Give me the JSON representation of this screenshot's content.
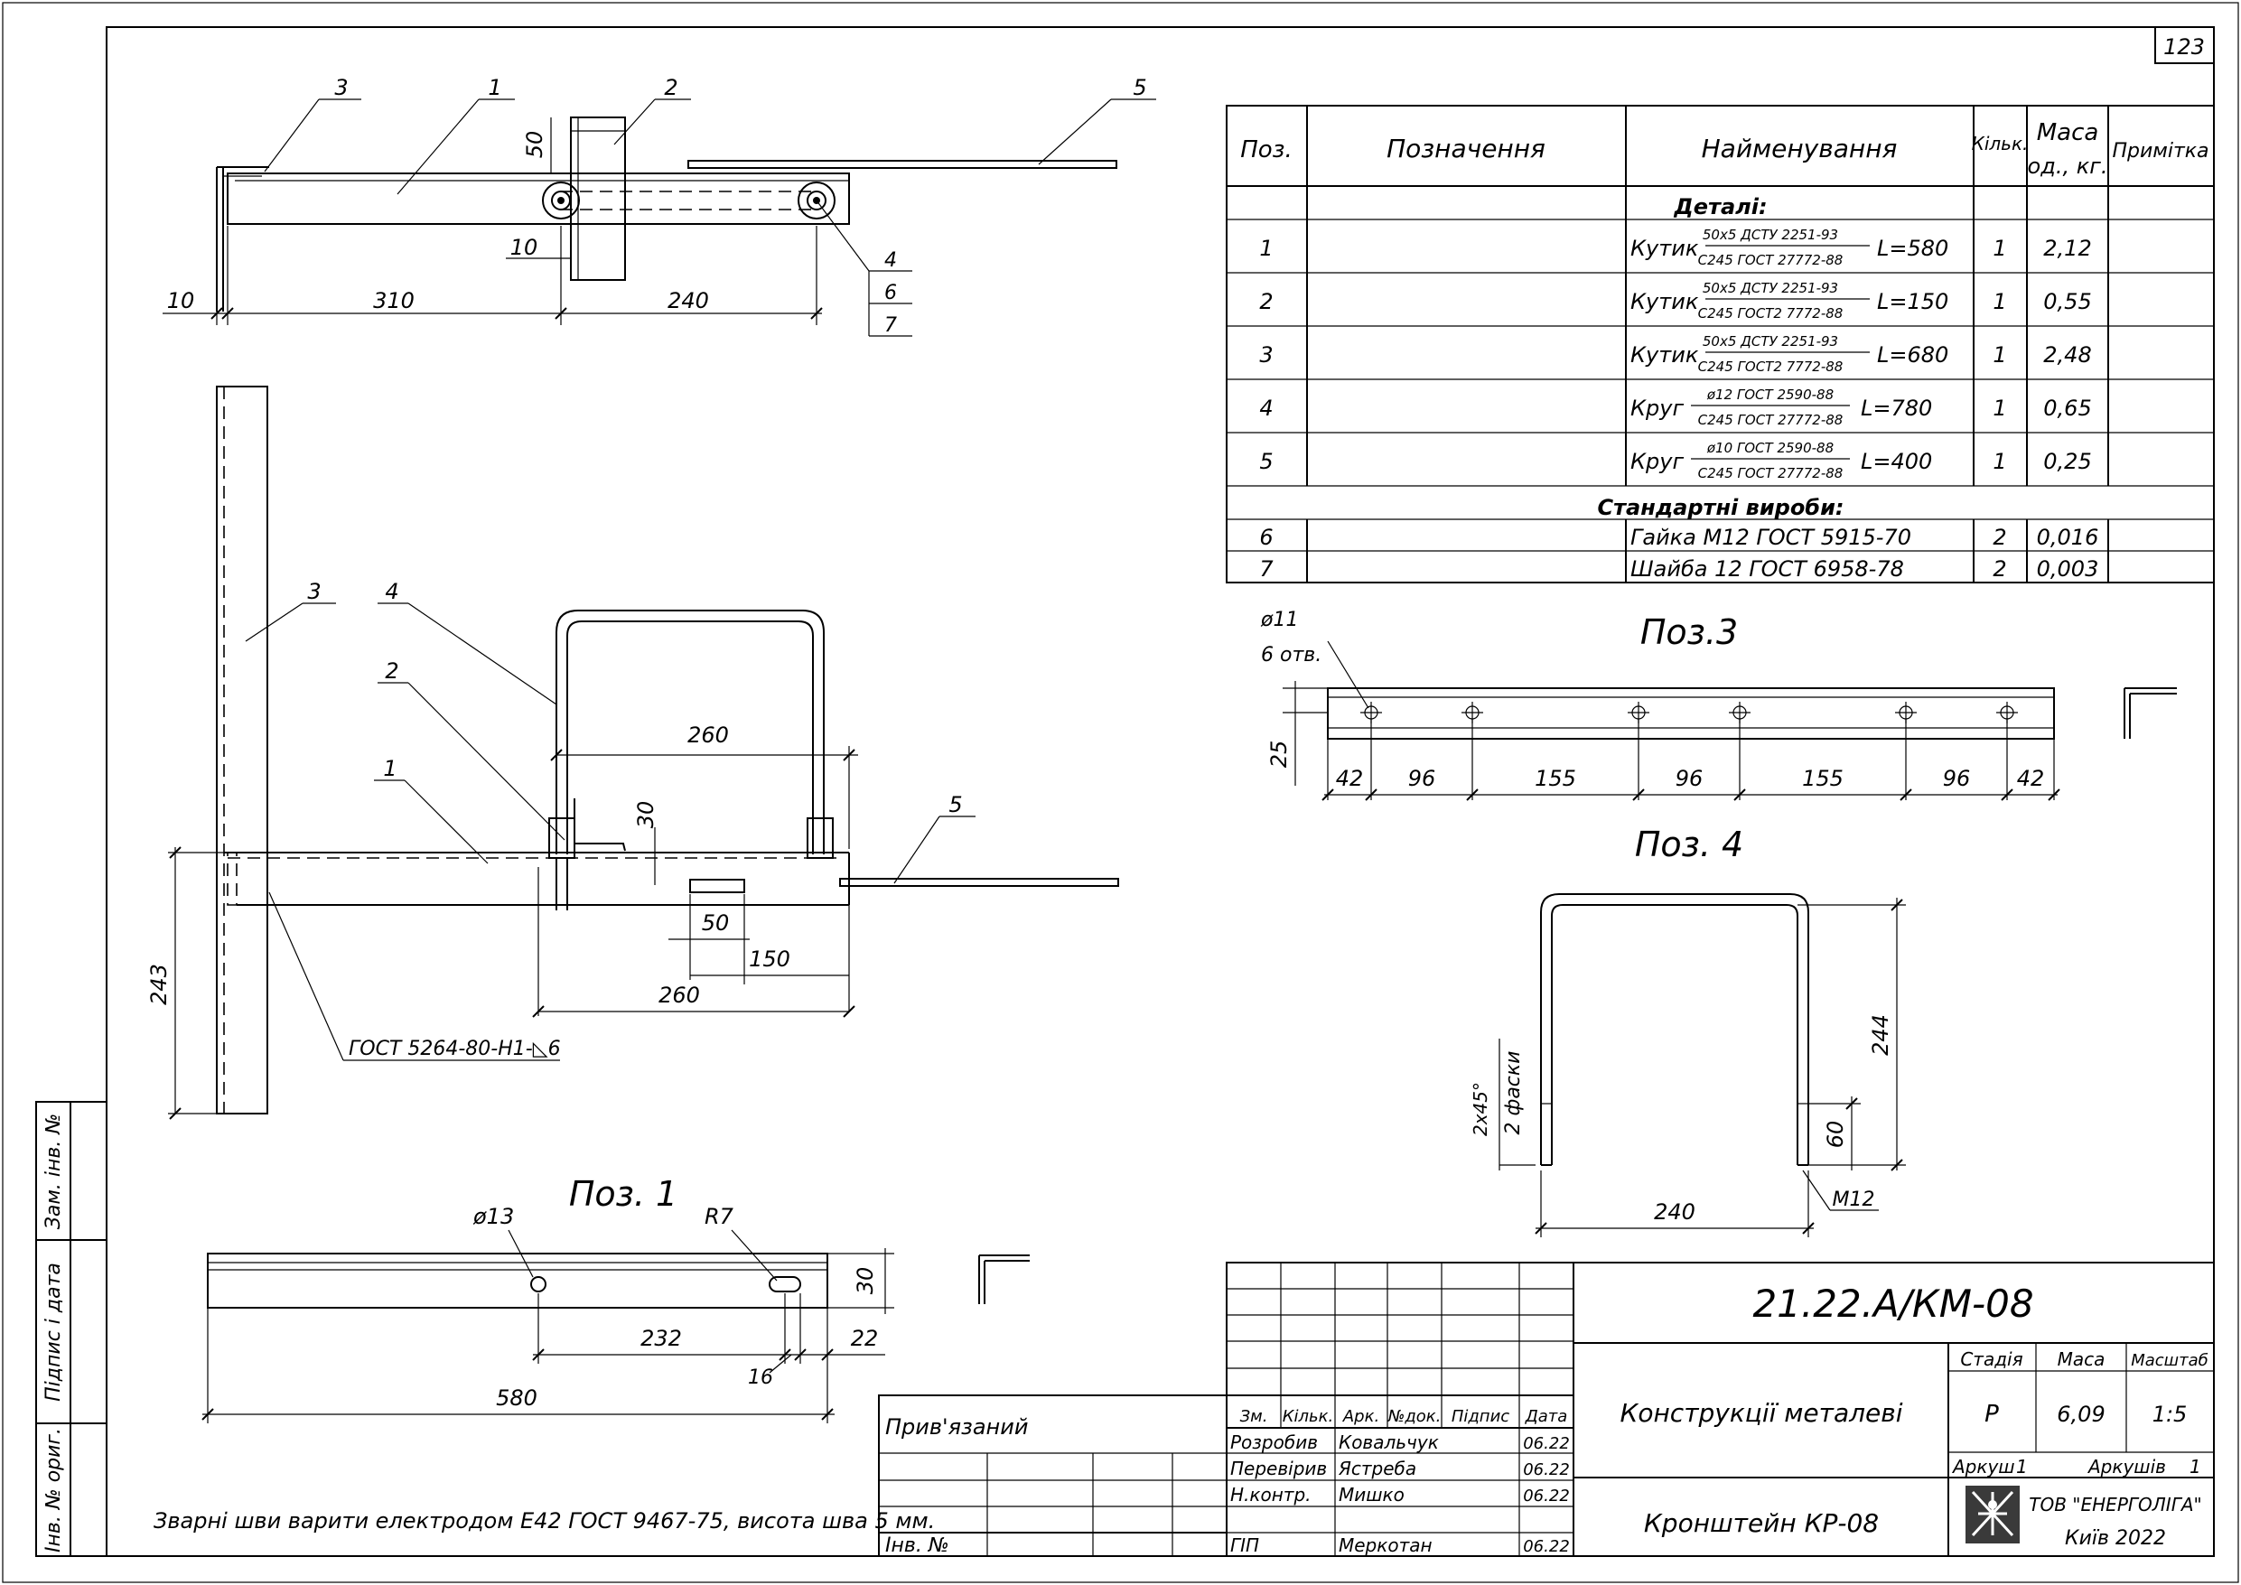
{
  "sheet_number": "123",
  "spec_table": {
    "headers": {
      "pos": "Поз.",
      "designation": "Позначення",
      "name": "Найменування",
      "qty": "Кільк.",
      "mass_line1": "Маса",
      "mass_line2": "од., кг.",
      "note": "Примітка"
    },
    "section_parts": "Деталі:",
    "section_standard": "Стандартні вироби:",
    "rows": [
      {
        "pos": "1",
        "name": "Кутик",
        "frac_top": "50x5 ДСТУ 2251-93",
        "frac_bottom": "С245 ГОСТ 27772-88",
        "length": "L=580",
        "qty": "1",
        "mass": "2,12"
      },
      {
        "pos": "2",
        "name": "Кутик",
        "frac_top": "50x5 ДСТУ 2251-93",
        "frac_bottom": "С245 ГОСТ2 7772-88",
        "length": "L=150",
        "qty": "1",
        "mass": "0,55"
      },
      {
        "pos": "3",
        "name": "Кутик",
        "frac_top": "50x5 ДСТУ 2251-93",
        "frac_bottom": "С245 ГОСТ2 7772-88",
        "length": "L=680",
        "qty": "1",
        "mass": "2,48"
      },
      {
        "pos": "4",
        "name": "Круг",
        "frac_top": "ø12 ГОСТ 2590-88",
        "frac_bottom": "С245 ГОСТ 27772-88",
        "length": "L=780",
        "qty": "1",
        "mass": "0,65"
      },
      {
        "pos": "5",
        "name": "Круг",
        "frac_top": "ø10 ГОСТ 2590-88",
        "frac_bottom": "С245 ГОСТ 27772-88",
        "length": "L=400",
        "qty": "1",
        "mass": "0,25"
      }
    ],
    "standard_rows": [
      {
        "pos": "6",
        "name": "Гайка М12 ГОСТ 5915-70",
        "qty": "2",
        "mass": "0,016"
      },
      {
        "pos": "7",
        "name": "Шайба 12 ГОСТ 6958-78",
        "qty": "2",
        "mass": "0,003"
      }
    ]
  },
  "top_view": {
    "callouts": [
      "3",
      "1",
      "2",
      "5",
      "4",
      "6",
      "7"
    ],
    "dims": {
      "d50": "50",
      "d10a": "10",
      "d10b": "10",
      "d310": "310",
      "d240": "240"
    }
  },
  "side_view": {
    "callouts": [
      "3",
      "4",
      "2",
      "1",
      "5"
    ],
    "dims": {
      "d260a": "260",
      "d30": "30",
      "d50": "50",
      "d150": "150",
      "d260b": "260",
      "d243": "243"
    },
    "weld_note": "ГОСТ 5264-80-Н1-◺6"
  },
  "pos1": {
    "title": "Поз. 1",
    "hole": "ø13",
    "radius": "R7",
    "dims": {
      "d30": "30",
      "d232": "232",
      "d22": "22",
      "d16": "16",
      "d580": "580"
    }
  },
  "pos3": {
    "title": "Поз.3",
    "hole_line1": "ø11",
    "hole_line2": "6 отв.",
    "dims": [
      "42",
      "96",
      "155",
      "96",
      "155",
      "96",
      "42"
    ],
    "height": "25"
  },
  "pos4": {
    "title": "Поз. 4",
    "dims": {
      "d244": "244",
      "d60": "60",
      "d240": "240",
      "thread": "М12",
      "chamfer1": "2x45°",
      "chamfer2": "2 фаски"
    }
  },
  "weld_instruction": "Зварні шви варити електродом Е42 ГОСТ 9467-75, висота шва 5 мм.",
  "side_stamp": [
    "Інв. № ориг.",
    "Підпис і дата",
    "Зам. інв. №"
  ],
  "binding": {
    "label": "Прив'язаний",
    "inv": "Інв. №"
  },
  "title_block": {
    "code": "21.22.А/КМ-08",
    "object": "Конструкції металеві",
    "drawing_name": "Кронштейн КР-08",
    "col_headers": [
      "Зм.",
      "Кільк.",
      "Арк.",
      "№док.",
      "Підпис",
      "Дата"
    ],
    "people": [
      {
        "role": "Розробив",
        "name": "Ковальчук",
        "date": "06.22"
      },
      {
        "role": "Перевірив",
        "name": "Ястреба",
        "date": "06.22"
      },
      {
        "role": "Н.контр.",
        "name": "Мишко",
        "date": "06.22"
      },
      {
        "role": "ГІП",
        "name": "Меркотан",
        "date": "06.22"
      }
    ],
    "stage_label": "Стадія",
    "stage": "Р",
    "mass_label": "Маса",
    "mass": "6,09",
    "scale_label": "Масштаб",
    "scale": "1:5",
    "sheet_label": "Аркуш",
    "sheet": "1",
    "sheets_label": "Аркушів",
    "sheets": "1",
    "company": "ТОВ \"ЕНЕРГОЛІГА\"",
    "city_year": "Київ 2022"
  }
}
